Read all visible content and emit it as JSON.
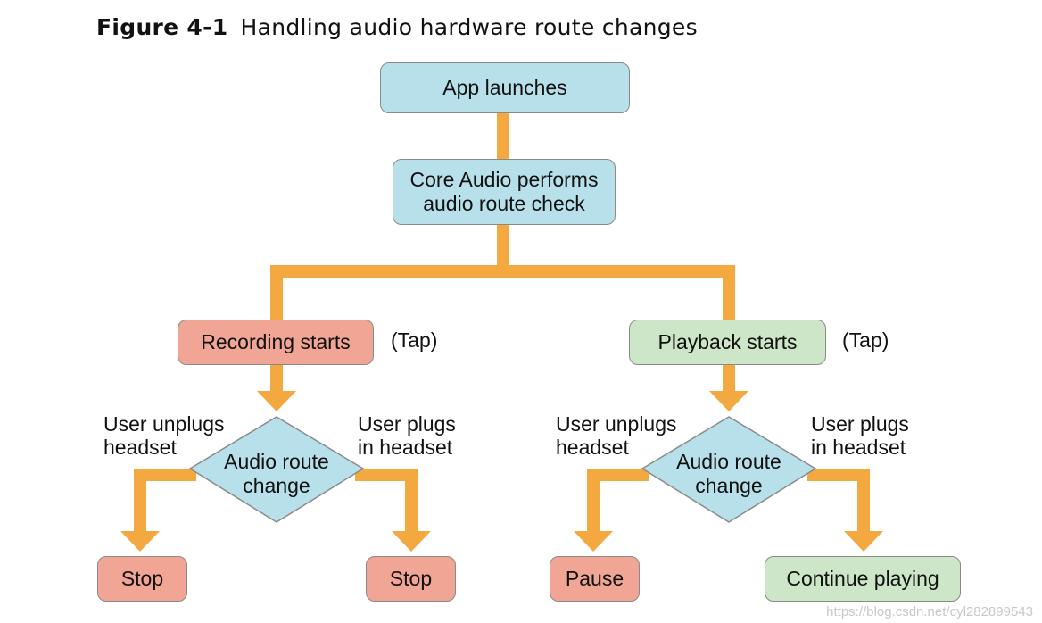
{
  "caption": {
    "number": "Figure 4-1",
    "title": "Handling audio hardware route changes"
  },
  "nodes": {
    "app_launches": "App launches",
    "core_audio": "Core Audio performs\naudio route check",
    "recording_starts": "Recording starts",
    "playback_starts": "Playback starts",
    "left_decision": "Audio route\nchange",
    "right_decision": "Audio route\nchange",
    "left_stop_1": "Stop",
    "left_stop_2": "Stop",
    "pause": "Pause",
    "continue_playing": "Continue playing"
  },
  "labels": {
    "tap_left": "(Tap)",
    "tap_right": "(Tap)",
    "left_unplugs": "User unplugs\nheadset",
    "left_plugs": "User plugs\nin headset",
    "right_unplugs": "User unplugs\nheadset",
    "right_plugs": "User plugs\nin headset"
  },
  "watermark": "https://blog.csdn.net/cyl282899543",
  "colors": {
    "connector": "#f4a940",
    "start": "#b8e0ea",
    "recording": "#f0a595",
    "playback": "#cde6c7",
    "decision": "#b8e0ea"
  }
}
